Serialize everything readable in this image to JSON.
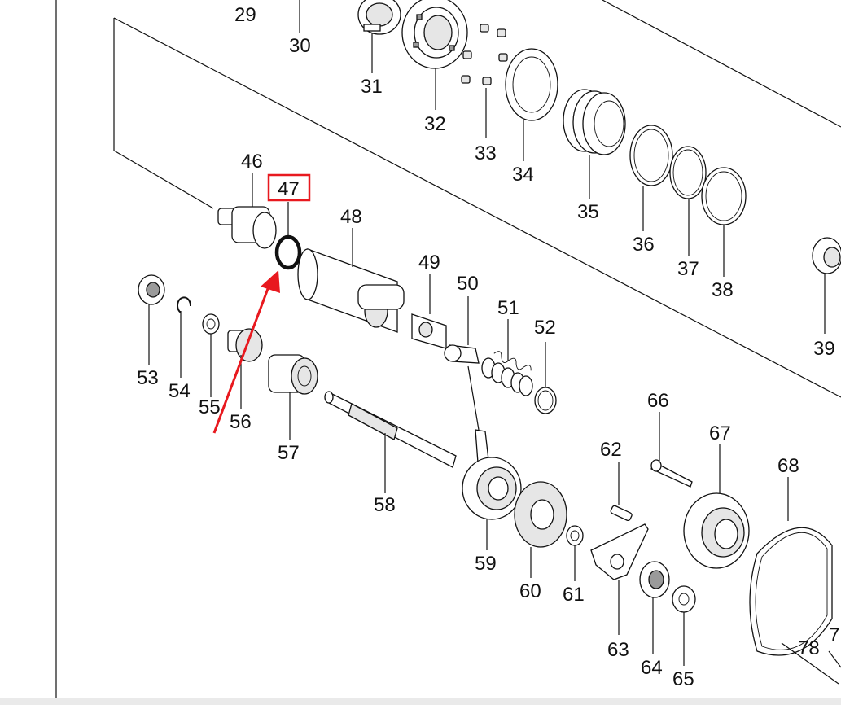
{
  "diagram": {
    "callouts": [
      "29",
      "30",
      "31",
      "32",
      "33",
      "34",
      "35",
      "36",
      "37",
      "38",
      "39",
      "46",
      "47",
      "48",
      "49",
      "50",
      "51",
      "52",
      "53",
      "54",
      "55",
      "56",
      "57",
      "58",
      "59",
      "60",
      "61",
      "62",
      "63",
      "64",
      "65",
      "66",
      "67",
      "68",
      "7",
      "78"
    ],
    "highlighted_part": "47",
    "highlight_color": "#e8191f",
    "arrow_color": "#e8191f",
    "line_color": "#111111"
  }
}
